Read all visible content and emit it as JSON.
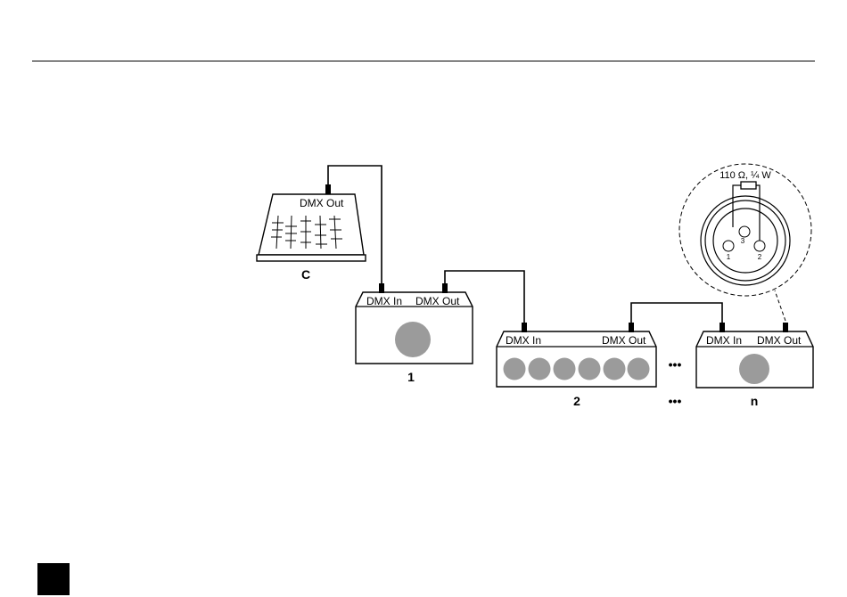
{
  "diagram": {
    "controller": {
      "label": "C",
      "port_out": "DMX Out"
    },
    "devices": [
      {
        "number": "1",
        "port_in": "DMX In",
        "port_out": "DMX Out"
      },
      {
        "number": "2",
        "port_in": "DMX In",
        "port_out": "DMX Out"
      },
      {
        "number": "n",
        "port_in": "DMX In",
        "port_out": "DMX Out"
      }
    ],
    "ellipsis": "•••",
    "terminator": {
      "resistor_label": "110 Ω, ¼ W",
      "pins": [
        "1",
        "2",
        "3"
      ]
    }
  },
  "colors": {
    "line": "#000000",
    "lamp": "#9b9b9b",
    "page_tab": "#000000"
  }
}
